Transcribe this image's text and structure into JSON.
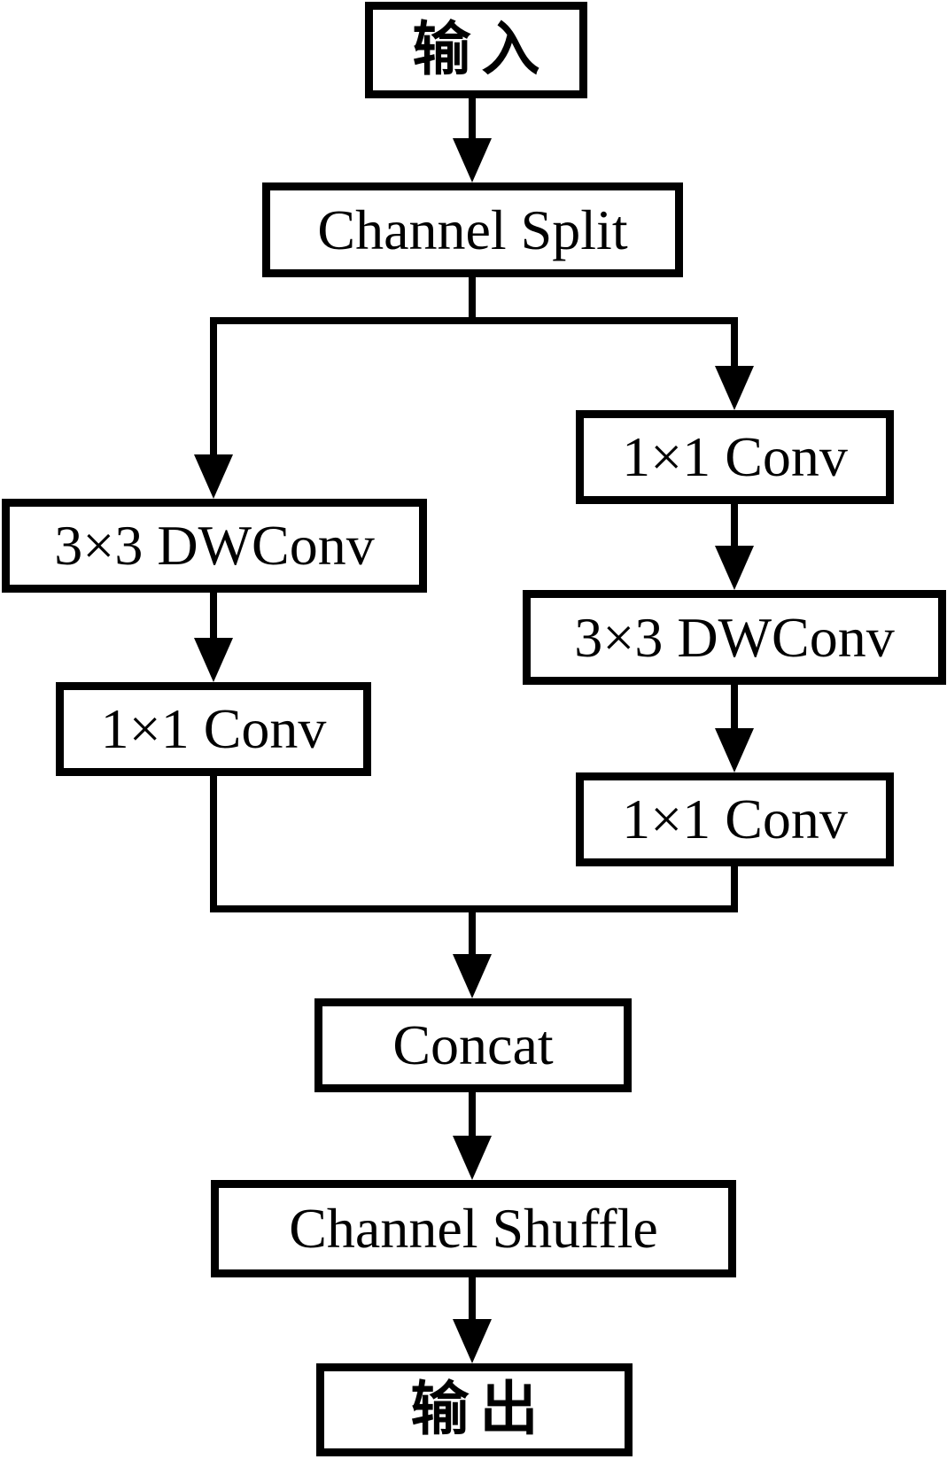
{
  "figure": {
    "type": "flowchart",
    "description": "ShuffleNet-style unit block diagram",
    "colors": {
      "background": "#ffffff",
      "box_fill": "#ffffff",
      "box_border": "#000000",
      "line": "#000000",
      "text": "#000000"
    },
    "nodes": {
      "input": {
        "label": "输入"
      },
      "channel_split": {
        "label": "Channel Split"
      },
      "left_dwconv": {
        "label": "3×3 DWConv"
      },
      "left_conv": {
        "label": "1×1 Conv"
      },
      "right_conv_top": {
        "label": "1×1 Conv"
      },
      "right_dwconv": {
        "label": "3×3 DWConv"
      },
      "right_conv_bottom": {
        "label": "1×1 Conv"
      },
      "concat": {
        "label": "Concat"
      },
      "channel_shuffle": {
        "label": "Channel Shuffle"
      },
      "output": {
        "label": "输出"
      }
    },
    "edges": [
      "input -> channel_split",
      "channel_split -> left_dwconv",
      "channel_split -> right_conv_top",
      "left_dwconv -> left_conv",
      "right_conv_top -> right_dwconv",
      "right_dwconv -> right_conv_bottom",
      "left_conv -> concat",
      "right_conv_bottom -> concat",
      "concat -> channel_shuffle",
      "channel_shuffle -> output"
    ]
  }
}
